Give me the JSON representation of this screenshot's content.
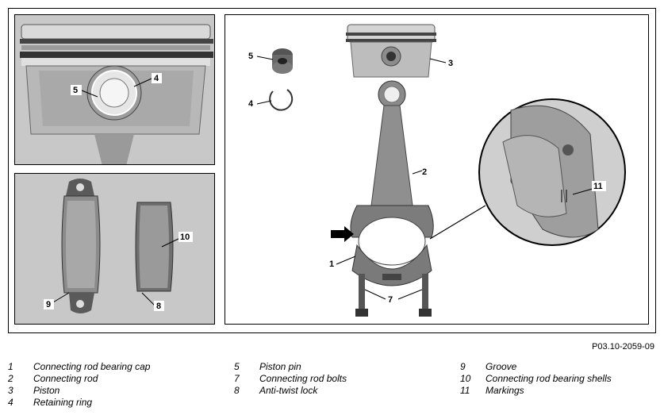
{
  "figure_code": "P03.10-2059-09",
  "callouts": {
    "c1": "1",
    "c2": "2",
    "c3": "3",
    "c4a": "4",
    "c4b": "4",
    "c5a": "5",
    "c5b": "5",
    "c7": "7",
    "c8": "8",
    "c9": "9",
    "c10": "10",
    "c11": "11"
  },
  "legend": [
    {
      "num": "1",
      "text": "Connecting rod bearing cap"
    },
    {
      "num": "2",
      "text": "Connecting rod"
    },
    {
      "num": "3",
      "text": "Piston"
    },
    {
      "num": "4",
      "text": "Retaining ring"
    },
    {
      "num": "5",
      "text": "Piston pin"
    },
    {
      "num": "7",
      "text": "Connecting rod bolts"
    },
    {
      "num": "8",
      "text": "Anti-twist lock"
    },
    {
      "num": "9",
      "text": "Groove"
    },
    {
      "num": "10",
      "text": "Connecting rod bearing shells"
    },
    {
      "num": "11",
      "text": "Markings"
    }
  ]
}
